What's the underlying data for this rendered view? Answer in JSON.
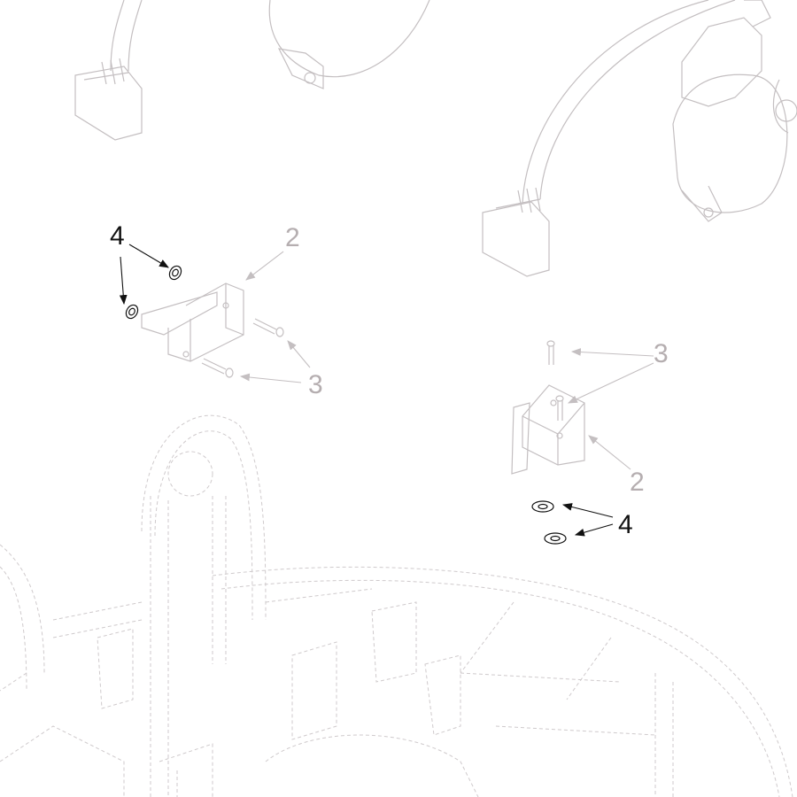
{
  "diagram": {
    "type": "exploded-assembly-drawing",
    "callouts": {
      "left_washer": "4",
      "left_switch": "2",
      "left_screws": "3",
      "right_screws": "3",
      "right_switch": "2",
      "right_washer": "4"
    },
    "colors": {
      "line": "#c4bfc1",
      "dashed": "#cfcacc",
      "highlight": "#111111",
      "label_gray": "#b5aeb0"
    }
  }
}
